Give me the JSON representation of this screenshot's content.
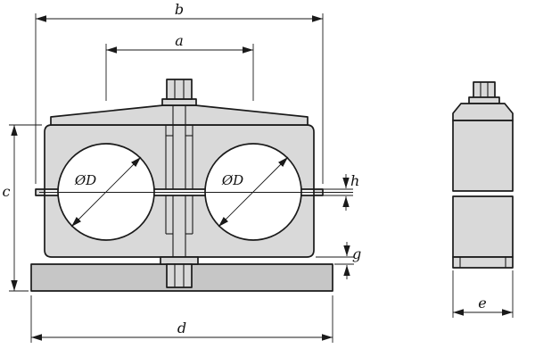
{
  "drawing": {
    "labels": {
      "dim_b": "b",
      "dim_a": "a",
      "dim_c": "c",
      "dim_d": "d",
      "dim_e": "e",
      "dim_g": "g",
      "dim_h": "h",
      "bore_left": "ØD",
      "bore_right": "ØD"
    },
    "colors": {
      "line": "#1a1a1a",
      "body_fill": "#d9d9d9",
      "base_fill": "#c6c6c6",
      "bore_fill": "#ffffff",
      "background": "#ffffff"
    }
  }
}
